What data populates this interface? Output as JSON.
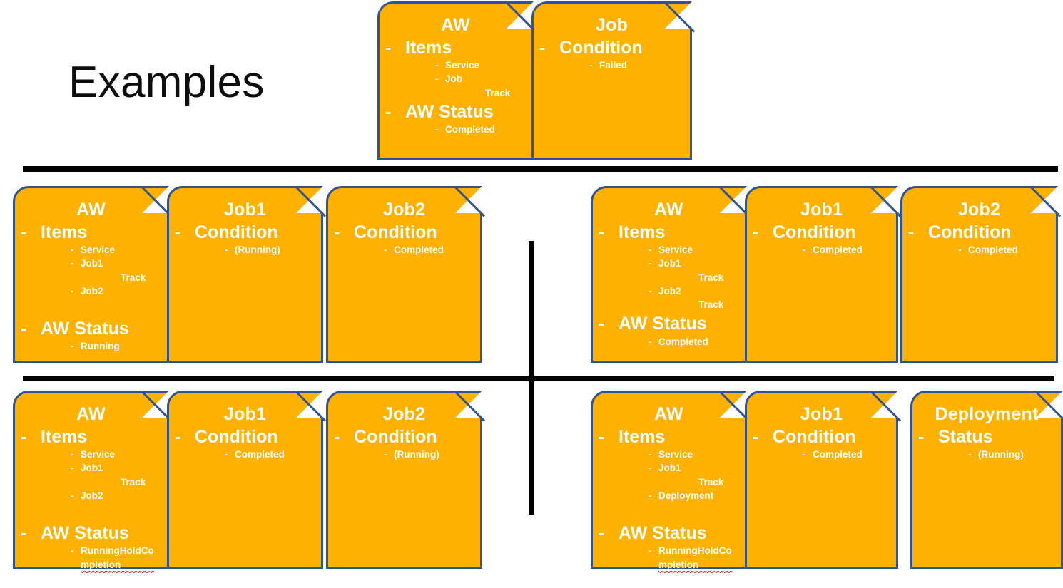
{
  "slide": {
    "title": "Examples",
    "accent_orange": "#FFB100",
    "card_border": "#2E5496",
    "rule_color": "#000000",
    "title_color": "#0D0D0D",
    "card_text_color": "#FFFFFF",
    "spellcheck_underline_color": "#E03030"
  },
  "labels": {
    "dash": "-"
  },
  "top_row": {
    "cards": [
      {
        "title": "AW",
        "bullets": [
          {
            "level": 1,
            "text": "Items",
            "dash": true
          },
          {
            "level": 2,
            "text": "Service",
            "dash": true
          },
          {
            "level": 2,
            "text": "Job",
            "dash": true
          },
          {
            "level": 3,
            "text": "Track",
            "dash": false
          },
          {
            "level": 1,
            "text": "AW Status",
            "dash": true
          },
          {
            "level": 2,
            "text": "Completed",
            "dash": true
          }
        ]
      },
      {
        "title": "Job",
        "bullets": [
          {
            "level": 1,
            "text": "Condition",
            "dash": true
          },
          {
            "level": 2,
            "text": "Failed",
            "dash": true
          }
        ]
      }
    ]
  },
  "quadrants": [
    {
      "name": "top-left",
      "cards": [
        {
          "title": "AW",
          "bullets": [
            {
              "level": 1,
              "text": "Items",
              "dash": true
            },
            {
              "level": 2,
              "text": "Service",
              "dash": true
            },
            {
              "level": 2,
              "text": "Job1",
              "dash": true
            },
            {
              "level": 3,
              "text": "Track",
              "dash": false
            },
            {
              "level": 2,
              "text": "Job2",
              "dash": true
            },
            {
              "level": 0,
              "text": "",
              "dash": false
            },
            {
              "level": 1,
              "text": "AW Status",
              "dash": true
            },
            {
              "level": 2,
              "text": "Running",
              "dash": true
            }
          ]
        },
        {
          "title": "Job1",
          "bullets": [
            {
              "level": 1,
              "text": "Condition",
              "dash": true
            },
            {
              "level": 2,
              "text": "(Running)",
              "dash": true
            }
          ]
        },
        {
          "title": "Job2",
          "bullets": [
            {
              "level": 1,
              "text": "Condition",
              "dash": true
            },
            {
              "level": 2,
              "text": "Completed",
              "dash": true
            }
          ]
        }
      ]
    },
    {
      "name": "top-right",
      "cards": [
        {
          "title": "AW",
          "bullets": [
            {
              "level": 1,
              "text": "Items",
              "dash": true
            },
            {
              "level": 2,
              "text": "Service",
              "dash": true
            },
            {
              "level": 2,
              "text": "Job1",
              "dash": true
            },
            {
              "level": 3,
              "text": "Track",
              "dash": false
            },
            {
              "level": 2,
              "text": "Job2",
              "dash": true
            },
            {
              "level": 3,
              "text": "Track",
              "dash": false
            },
            {
              "level": 1,
              "text": "AW Status",
              "dash": true
            },
            {
              "level": 2,
              "text": "Completed",
              "dash": true
            }
          ]
        },
        {
          "title": "Job1",
          "bullets": [
            {
              "level": 1,
              "text": "Condition",
              "dash": true
            },
            {
              "level": 2,
              "text": "Completed",
              "dash": true
            }
          ]
        },
        {
          "title": "Job2",
          "bullets": [
            {
              "level": 1,
              "text": "Condition",
              "dash": true
            },
            {
              "level": 2,
              "text": "Completed",
              "dash": true
            }
          ]
        }
      ]
    },
    {
      "name": "bottom-left",
      "cards": [
        {
          "title": "AW",
          "bullets": [
            {
              "level": 1,
              "text": "Items",
              "dash": true
            },
            {
              "level": 2,
              "text": "Service",
              "dash": true
            },
            {
              "level": 2,
              "text": "Job1",
              "dash": true
            },
            {
              "level": 3,
              "text": "Track",
              "dash": false
            },
            {
              "level": 2,
              "text": "Job2",
              "dash": true
            },
            {
              "level": 0,
              "text": "",
              "dash": false
            },
            {
              "level": 1,
              "text": "AW Status",
              "dash": true
            },
            {
              "level": 2,
              "text": "RunningHoldCompletion",
              "dash": true,
              "misspelled": true
            }
          ]
        },
        {
          "title": "Job1",
          "bullets": [
            {
              "level": 1,
              "text": "Condition",
              "dash": true
            },
            {
              "level": 2,
              "text": "Completed",
              "dash": true
            }
          ]
        },
        {
          "title": "Job2",
          "bullets": [
            {
              "level": 1,
              "text": "Condition",
              "dash": true
            },
            {
              "level": 2,
              "text": "(Running)",
              "dash": true
            }
          ]
        }
      ]
    },
    {
      "name": "bottom-right",
      "cards": [
        {
          "title": "AW",
          "bullets": [
            {
              "level": 1,
              "text": "Items",
              "dash": true
            },
            {
              "level": 2,
              "text": "Service",
              "dash": true
            },
            {
              "level": 2,
              "text": "Job1",
              "dash": true
            },
            {
              "level": 3,
              "text": "Track",
              "dash": false
            },
            {
              "level": 2,
              "text": "Deployment",
              "dash": true
            },
            {
              "level": 0,
              "text": "",
              "dash": false
            },
            {
              "level": 1,
              "text": "AW Status",
              "dash": true
            },
            {
              "level": 2,
              "text": "RunningHoldCompletion",
              "dash": true,
              "misspelled": true
            }
          ]
        },
        {
          "title": "Job1",
          "bullets": [
            {
              "level": 1,
              "text": "Condition",
              "dash": true
            },
            {
              "level": 2,
              "text": "Completed",
              "dash": true
            }
          ]
        },
        {
          "title": "Deployment",
          "bullets": [
            {
              "level": 1,
              "text": "Status",
              "dash": true
            },
            {
              "level": 2,
              "text": "(Running)",
              "dash": true
            }
          ]
        }
      ]
    }
  ]
}
